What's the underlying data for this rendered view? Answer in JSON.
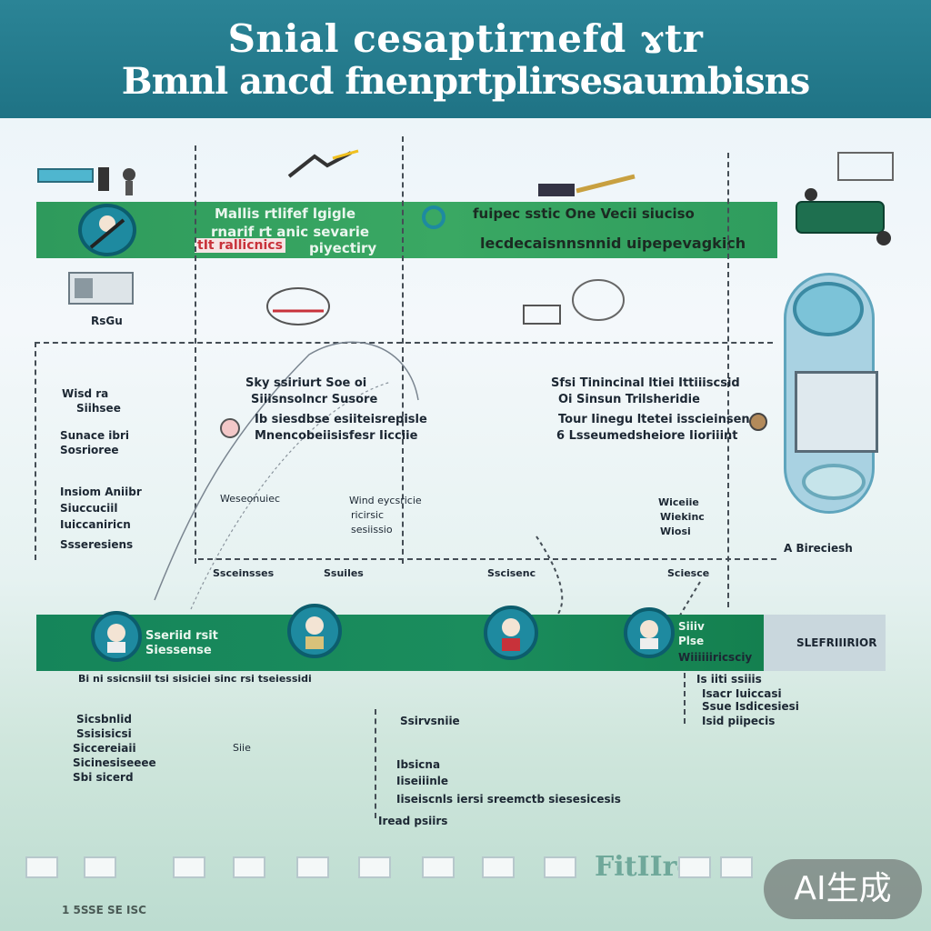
{
  "header": {
    "title_line1": "Snial cesaptirnefd ɤtr",
    "title_line2": "Bmnl ancd fnenprtplirsesaumbisns"
  },
  "top_band": {
    "left_line1": "Mallis rtlifef lgigle",
    "left_line2": "rnarif rt anic sevarie",
    "left_red": "tIt rallicnics",
    "left_line3": "piyectiry",
    "right_line1": "fuipec sstic One Vecii siuciso",
    "right_line2": "lecdecaisnnsnnid uipepevagkich"
  },
  "labels": {
    "left_small_1": "RsGu",
    "left_col": [
      "Wisd ra",
      "Siihsee",
      "Sunace ibri",
      "Sosrioree",
      "Insiom Aniibr",
      "Siuccuciil",
      "Iuiccaniricn",
      "Ssseresiens"
    ],
    "mid_block_left": [
      "Sky ssiriurt Soe oi",
      "Siiisnsolncr Susore",
      "Ib siesdbse esiiteisrepisle",
      "Mnencobeiisisfesr Iicciie"
    ],
    "mid_block_right": [
      "Sfsi Tinincinal ltiei Ittiiiscsid",
      "Oi Sinsun Trilsheridie",
      "Tour Iinegu ltetei isscieinsen",
      "6 Lsseumedsheiore Iioriiint"
    ],
    "mid_small_1": "Weseonuiec",
    "mid_small_2": [
      "Wind eycsricie",
      "ricirsic",
      "sesiissio"
    ],
    "mid_small_3": [
      "Wiceiie",
      "Wiekinc",
      "Wiosi"
    ],
    "right_label": "A Bireciesh",
    "bottom_row_small": [
      "Ssceinsses",
      "Ssuiles",
      "Sscisenc",
      "Sciesce"
    ],
    "band2_left": "Sseriid rsit Siessense",
    "band2_right_lines": [
      "Siiiv",
      "Plse",
      "Wiiiiiiricsciy"
    ],
    "band2_end": "SLEFRIIIRIOR",
    "under_band2": "Bi ni ssicnsiil tsi sisiciei sinc rsi tseiessidi",
    "bottom_left": [
      "Sicsbnlid",
      "Ssisisicsi",
      "Siccereiaii",
      "Sicinesiseeee",
      "Sbi sicerd"
    ],
    "bottom_left_extra": "Siie",
    "bottom_mid": [
      "Ssirvsniie",
      "Ibsicna",
      "Iiseiiinle",
      "Iiseiscnls iersi sreemctb siesesicesis"
    ],
    "bottom_mid_last": "Iread psiirs",
    "bottom_right": [
      "Is iiti ssiiis",
      "Isacr Iuiccasi",
      "Ssue Isdicesiesi",
      "Isid piipecis"
    ],
    "bottom_far_left": "1 5SSE SE ISC",
    "bottom_strip": "FitIIrc"
  },
  "ai_badge": "AI生成",
  "colors": {
    "header_bg": "#1f7385",
    "band_green": "#3aa863",
    "band_dark_green": "#15855a",
    "icon_teal": "#1e8aa0",
    "red_text": "#c8323a"
  },
  "icons": [
    "person-icon",
    "scientist-icon",
    "doctor-icon",
    "robot-icon",
    "monitor-icon"
  ]
}
